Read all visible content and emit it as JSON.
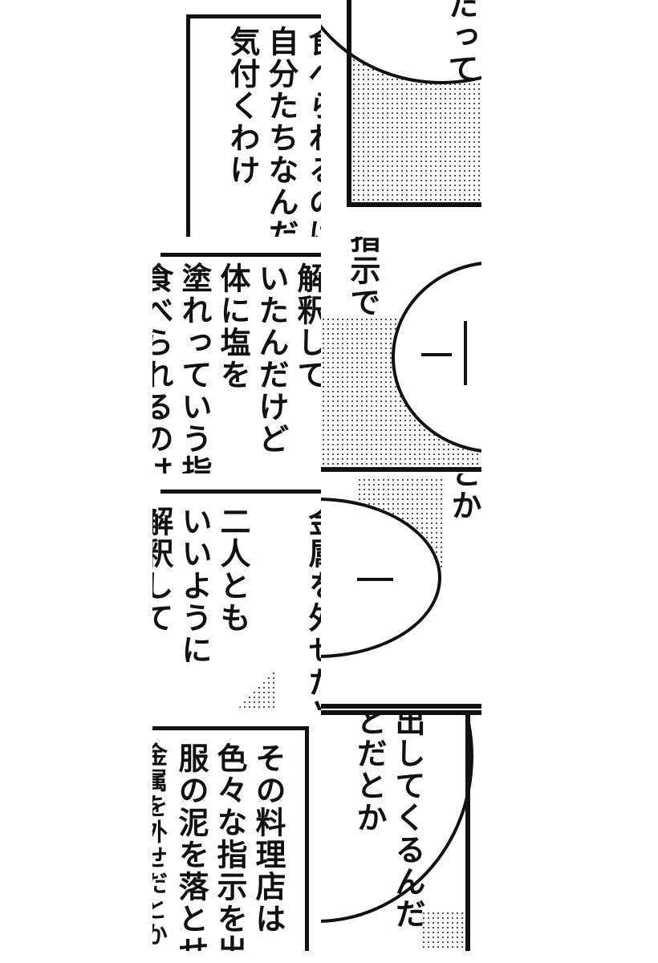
{
  "tiles": [
    {
      "lines": [
        "食べられるのは",
        "自分たちなんだ",
        "気付くわけ"
      ]
    },
    {
      "lines": [
        "たって"
      ]
    },
    {
      "lines": [
        "解釈して",
        "いたんだけど",
        "体に塩を",
        "塗れっていう指",
        "食べられるのは"
      ]
    },
    {
      "lines": [
        "指示で"
      ]
    },
    {
      "lines": [
        "金属を外せだとか",
        "二人とも",
        "いいように",
        "解釈して"
      ]
    },
    {
      "lines": [
        "とか"
      ]
    },
    {
      "lines": [
        "その料理店は",
        "色々な指示を出",
        "服の泥を落とせ",
        "金属を外せだとか"
      ]
    },
    {
      "lines": [
        "出してくるんだ",
        "とだとか"
      ]
    }
  ]
}
